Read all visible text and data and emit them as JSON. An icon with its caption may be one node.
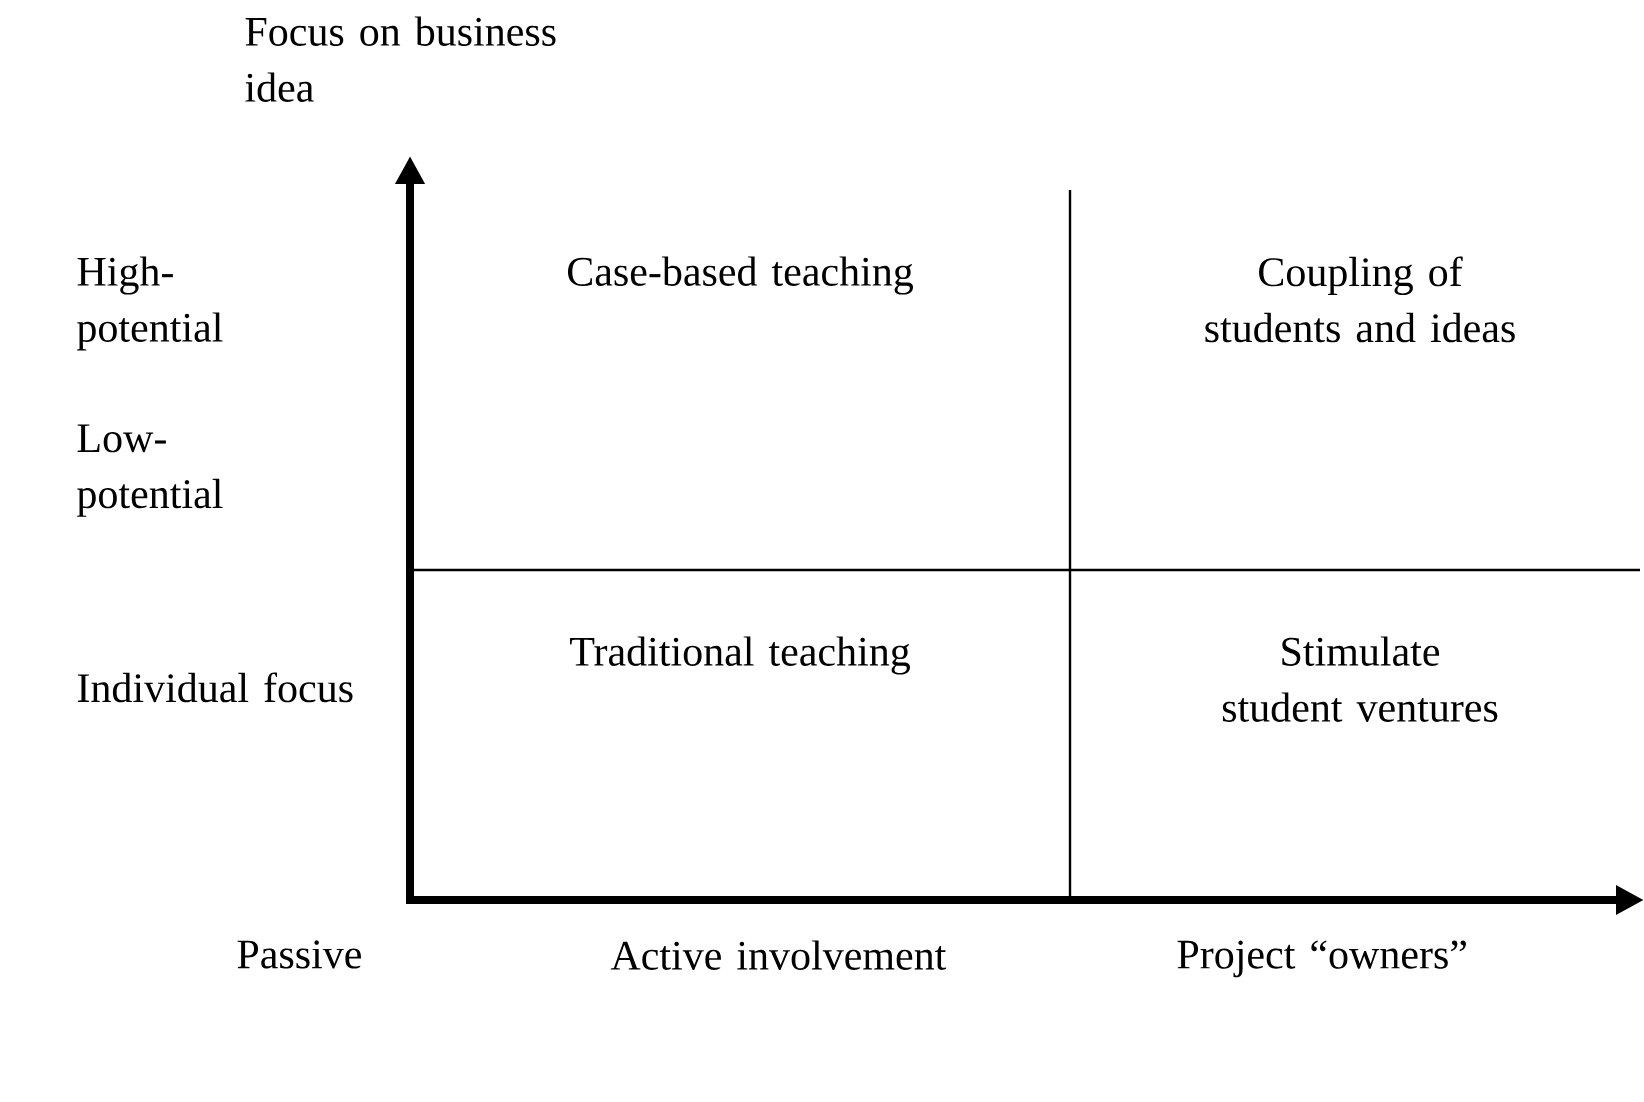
{
  "diagram": {
    "labels": [
      "Focus on business idea",
      "High-potential",
      "Case-based teaching",
      "Coupling of students and ideas",
      "Low-potential",
      "Individual focus",
      "Traditional teaching",
      "Stimulate student ventures",
      "Passive",
      "Active involvement",
      "Project “owners”"
    ]
  }
}
